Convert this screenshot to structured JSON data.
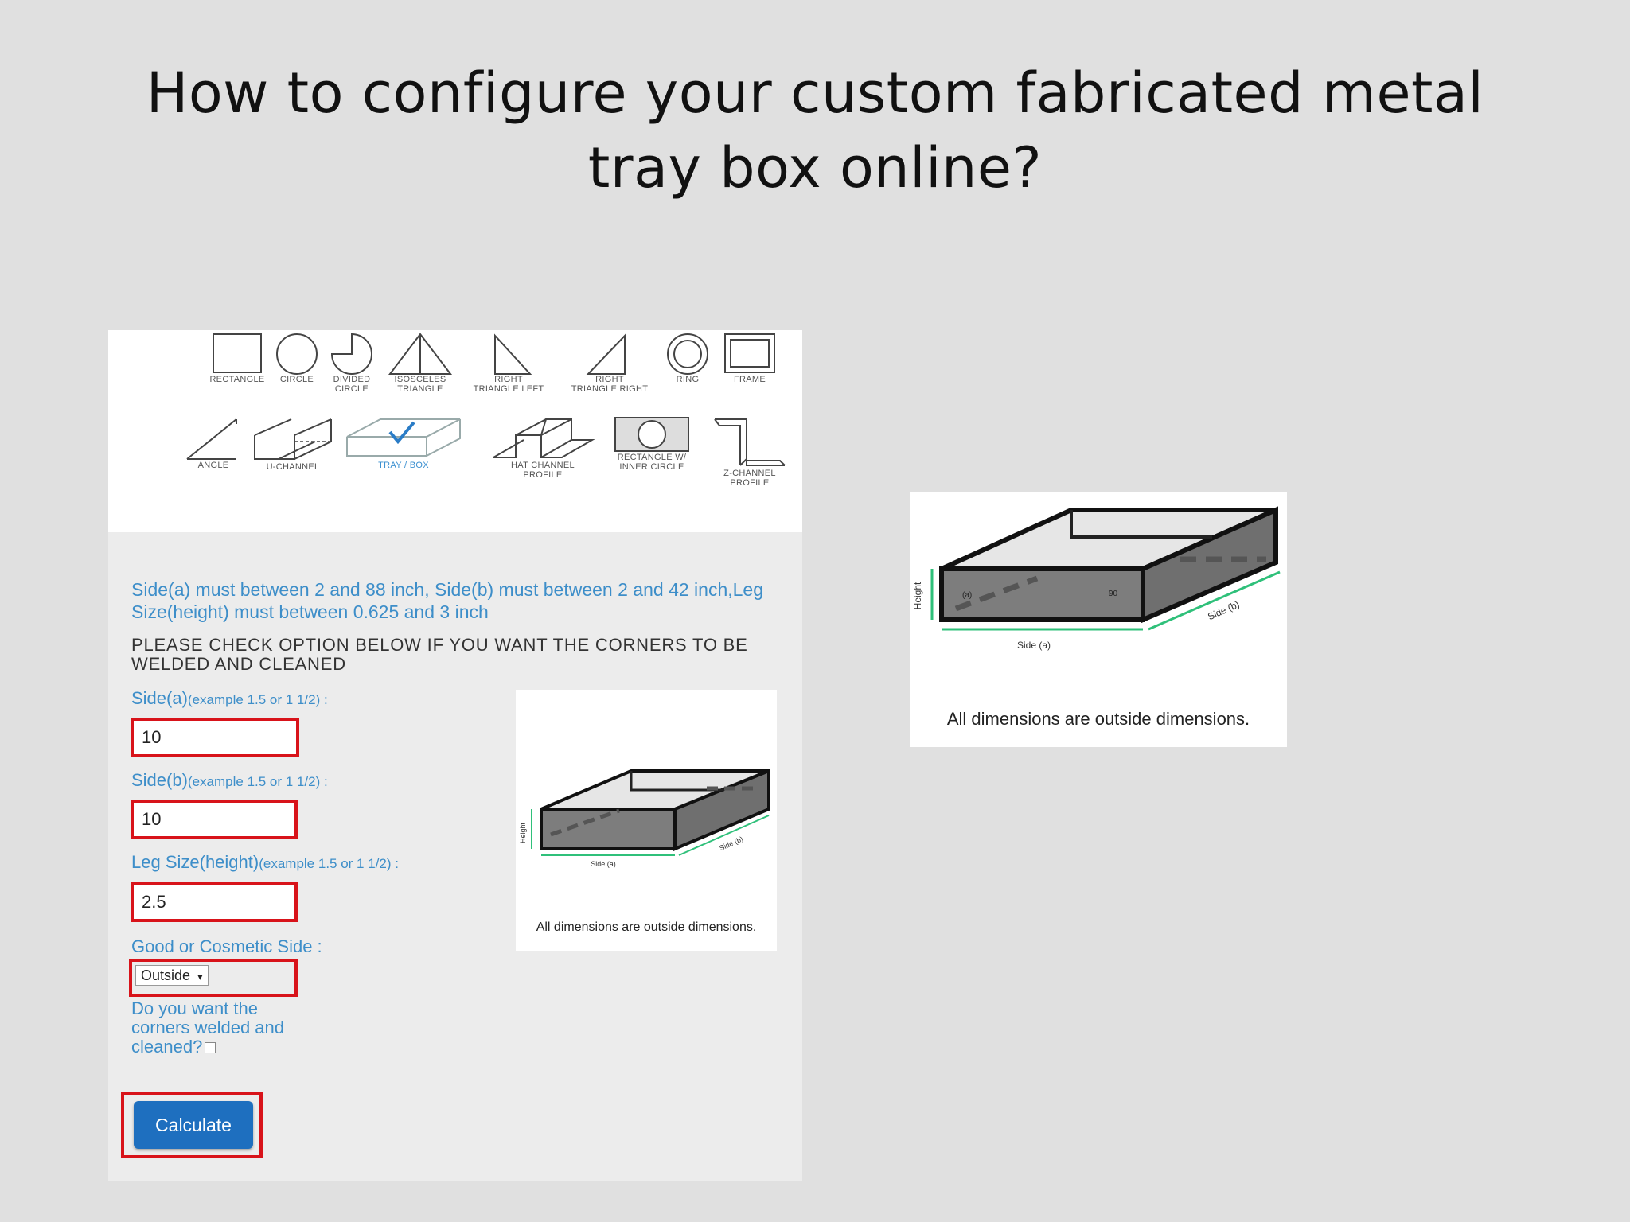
{
  "slide": {
    "title": "How to configure your custom fabricated metal tray box online?"
  },
  "shape_picker": {
    "shapes": [
      {
        "label": "RECTANGLE",
        "icon": "rectangle-icon"
      },
      {
        "label": "CIRCLE",
        "icon": "circle-icon"
      },
      {
        "label": "DIVIDED\nCIRCLE",
        "icon": "divided-circle-icon"
      },
      {
        "label": "ISOSCELES\nTRIANGLE",
        "icon": "isosceles-triangle-icon"
      },
      {
        "label": "RIGHT\nTRIANGLE LEFT",
        "icon": "right-triangle-left-icon"
      },
      {
        "label": "RIGHT\nTRIANGLE RIGHT",
        "icon": "right-triangle-right-icon"
      },
      {
        "label": "RING",
        "icon": "ring-icon"
      },
      {
        "label": "FRAME",
        "icon": "frame-icon"
      },
      {
        "label": "ANGLE",
        "icon": "angle-icon"
      },
      {
        "label": "U-CHANNEL",
        "icon": "u-channel-icon"
      },
      {
        "label": "TRAY / BOX",
        "icon": "tray-box-icon",
        "selected": true
      },
      {
        "label": "HAT CHANNEL\nPROFILE",
        "icon": "hat-channel-icon"
      },
      {
        "label": "RECTANGLE W/\nINNER CIRCLE",
        "icon": "rectangle-inner-circle-icon"
      },
      {
        "label": "Z-CHANNEL\nPROFILE",
        "icon": "z-channel-icon"
      }
    ]
  },
  "form": {
    "rule_text": "Side(a) must between 2 and 88 inch, Side(b) must between 2 and 42 inch,Leg Size(height) must between 0.625 and 3 inch",
    "weld_note": "PLEASE CHECK OPTION BELOW IF YOU WANT THE CORNERS TO BE WELDED AND CLEANED",
    "side_a": {
      "label": "Side(a)",
      "hint": "(example 1.5 or 1 1/2) :",
      "value": "10"
    },
    "side_b": {
      "label": "Side(b)",
      "hint": "(example 1.5 or 1 1/2) :",
      "value": "10"
    },
    "leg_size": {
      "label": "Leg Size(height)",
      "hint": "(example 1.5 or 1 1/2) :",
      "value": "2.5"
    },
    "cosmetic_side": {
      "label": "Good or Cosmetic Side :",
      "value": "Outside",
      "arrow": "▾"
    },
    "weld_question": "Do you want the corners welded and cleaned?",
    "weld_checked": false,
    "calculate_label": "Calculate"
  },
  "diagram": {
    "height_label": "Height",
    "side_a_label": "Side (a)",
    "side_b_label": "Side (b)",
    "corner_a": "(a)",
    "corner_angle": "90",
    "caption": "All dimensions are outside dimensions."
  },
  "colors": {
    "highlight": "#d8131a",
    "link_blue": "#3d8ec9",
    "button_blue": "#1e6fbf",
    "dimension_green": "#2fc07a"
  }
}
